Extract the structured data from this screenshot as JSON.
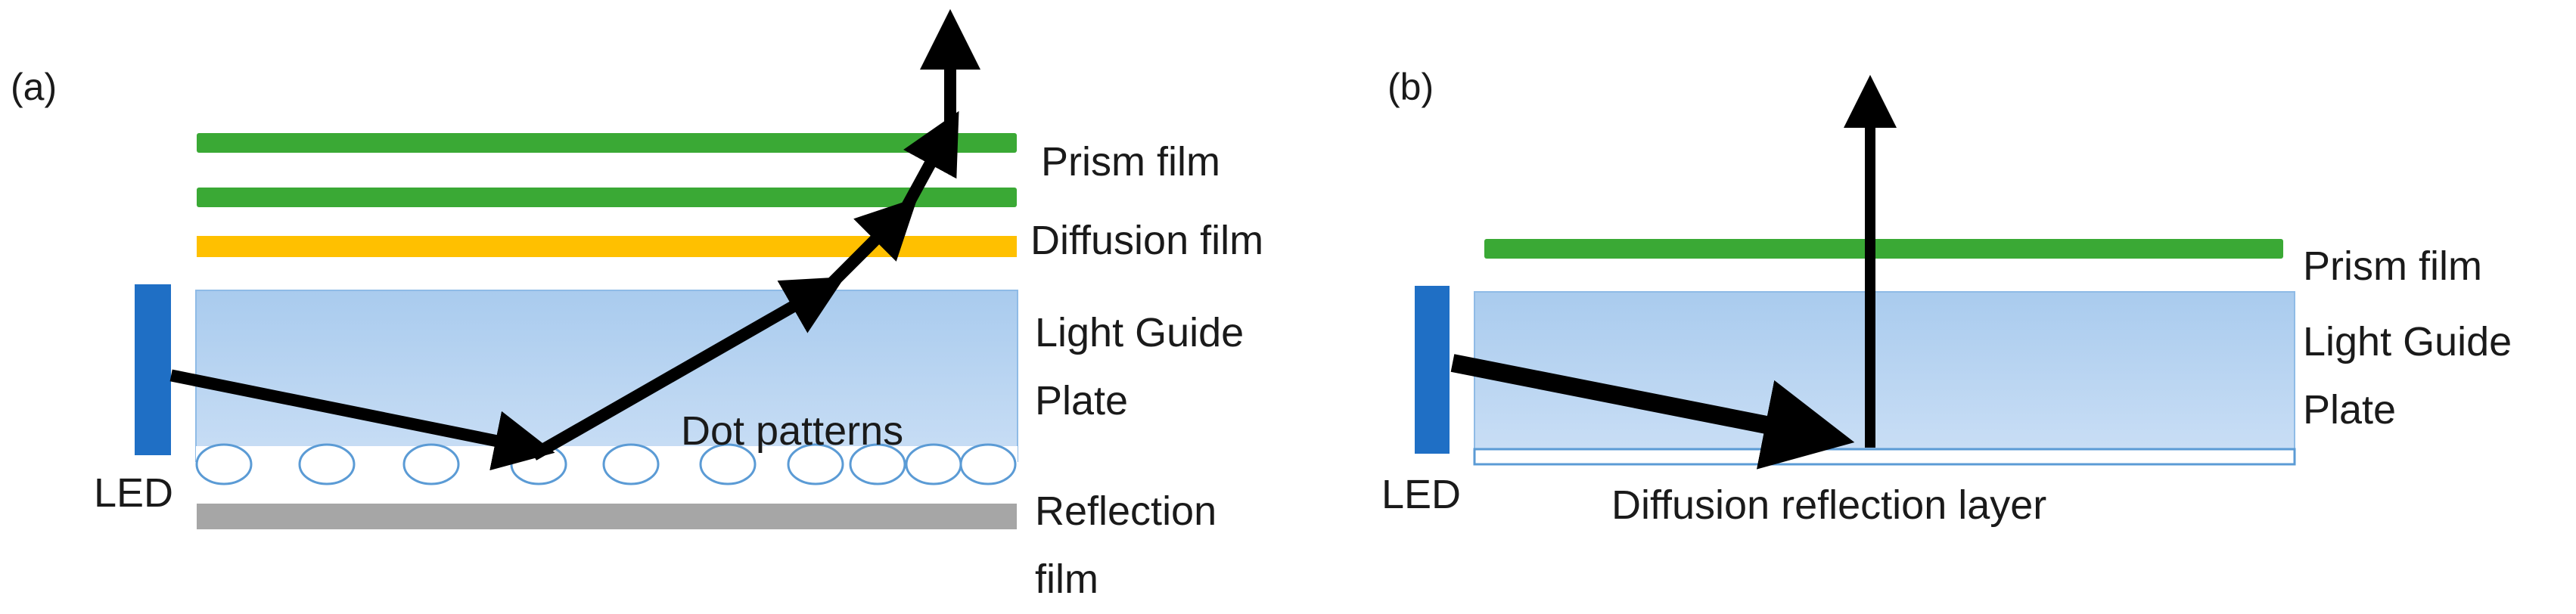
{
  "panel_a": {
    "tag": "(a)",
    "labels": {
      "prism_film": "Prism film",
      "diffusion_film": "Diffusion film",
      "light_guide_line1": "Light Guide",
      "light_guide_line2": "Plate",
      "dot_patterns": "Dot patterns",
      "led": "LED",
      "reflection_film_line1": "Reflection",
      "reflection_film_line2": "film"
    }
  },
  "panel_b": {
    "tag": "(b)",
    "labels": {
      "prism_film": "Prism film",
      "light_guide_line1": "Light Guide",
      "light_guide_line2": "Plate",
      "led": "LED",
      "diffusion_reflection_layer": "Diffusion reflection layer"
    }
  },
  "colors": {
    "prism_film": "#3aa935",
    "diffusion_film": "#ffc000",
    "light_guide_plate": "#a9cbee",
    "led": "#1f6fc5",
    "reflection_film": "#a6a6a6",
    "light_ray": "#000000"
  }
}
